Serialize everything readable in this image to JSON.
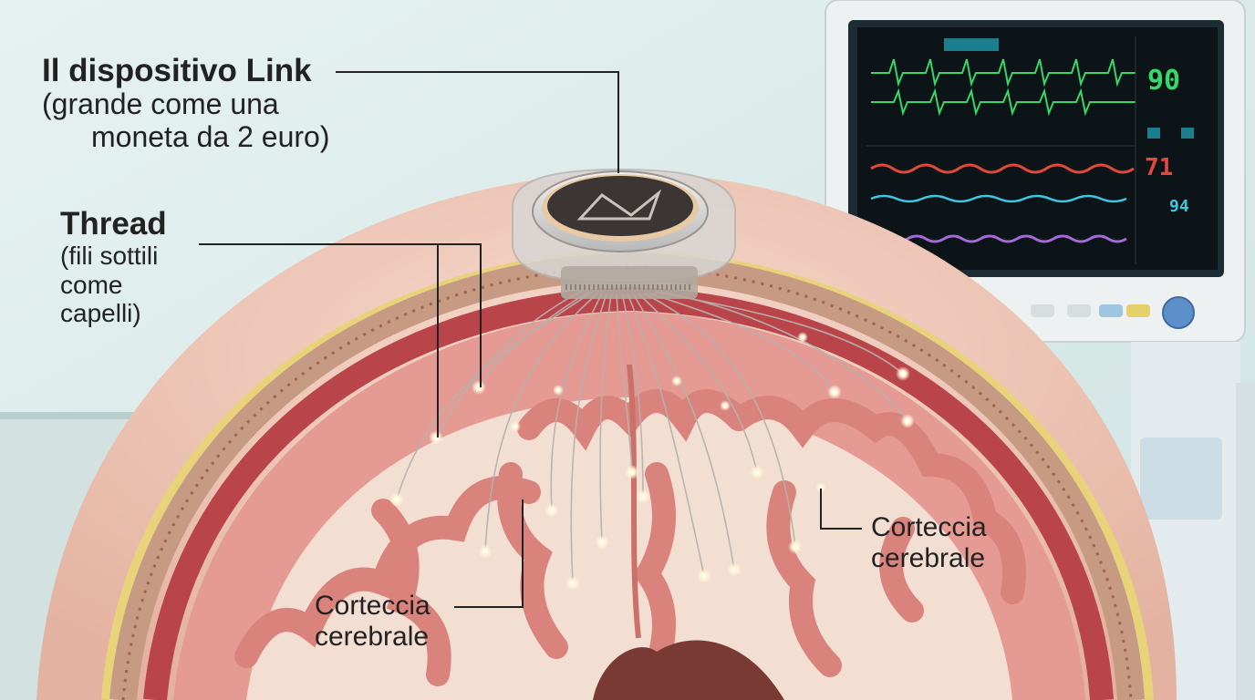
{
  "annotations": {
    "link": {
      "title": "Il dispositivo Link",
      "line1": "(grande come una",
      "line2": "moneta da 2 euro)"
    },
    "thread": {
      "title": "Thread",
      "line1": "(fili sottili",
      "line2": "come",
      "line3": "capelli)"
    },
    "cortex_left": {
      "line1": "Corteccia",
      "line2": "cerebrale"
    },
    "cortex_right": {
      "line1": "Corteccia",
      "line2": "cerebrale"
    }
  },
  "monitor": {
    "heart_rate": "90",
    "secondary_value": "71",
    "spo2_value": "94"
  },
  "colors": {
    "background": "#dfeceb",
    "skin": "#efc7b8",
    "skull_yellow": "#e8d27a",
    "tissue_red": "#b9454a",
    "brain_pink": "#e59a94",
    "white_matter": "#f3ded2",
    "ecg_green": "#37d86a",
    "monitor_red": "#e5473d",
    "monitor_cyan": "#3ec8e0",
    "monitor_purple": "#a46ad8"
  }
}
